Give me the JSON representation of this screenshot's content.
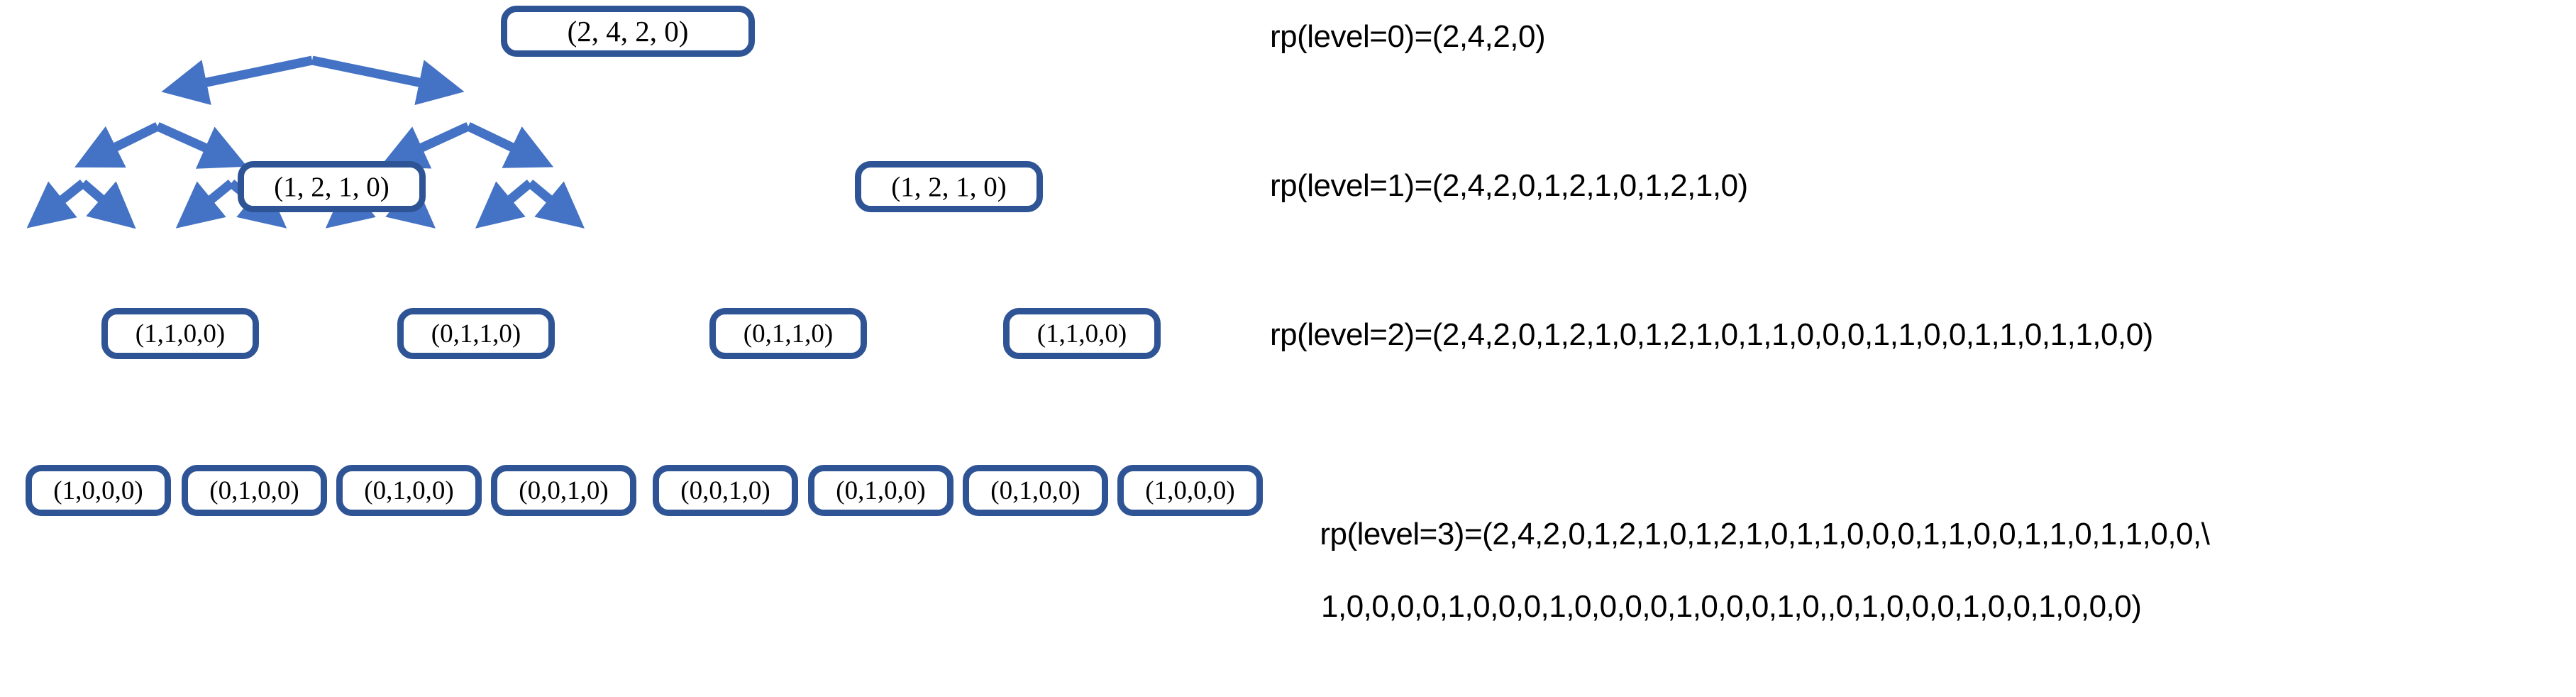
{
  "diagram": {
    "title": "run-length prefix tree",
    "node_border_color": "#2e5496",
    "edge_color": "#4472c4",
    "text_color": "#000000",
    "background_color": "#ffffff"
  },
  "tree": {
    "levels": [
      {
        "level": 0,
        "nodes": [
          {
            "id": "n0",
            "label": "(2, 4, 2, 0)"
          }
        ]
      },
      {
        "level": 1,
        "nodes": [
          {
            "id": "n1",
            "label": "(1, 2, 1, 0)"
          },
          {
            "id": "n2",
            "label": "(1, 2, 1, 0)"
          }
        ]
      },
      {
        "level": 2,
        "nodes": [
          {
            "id": "n3",
            "label": "(1,1,0,0)"
          },
          {
            "id": "n4",
            "label": "(0,1,1,0)"
          },
          {
            "id": "n5",
            "label": "(0,1,1,0)"
          },
          {
            "id": "n6",
            "label": "(1,1,0,0)"
          }
        ]
      },
      {
        "level": 3,
        "nodes": [
          {
            "id": "n7",
            "label": "(1,0,0,0)"
          },
          {
            "id": "n8",
            "label": "(0,1,0,0)"
          },
          {
            "id": "n9",
            "label": "(0,1,0,0)"
          },
          {
            "id": "n10",
            "label": "(0,0,1,0)"
          },
          {
            "id": "n11",
            "label": "(0,0,1,0)"
          },
          {
            "id": "n12",
            "label": "(0,1,0,0)"
          },
          {
            "id": "n13",
            "label": "(0,1,0,0)"
          },
          {
            "id": "n14",
            "label": "(1,0,0,0)"
          }
        ]
      }
    ]
  },
  "rp_lines": [
    {
      "id": "rp0",
      "text": "rp(level=0)=(2,4,2,0)",
      "continuation": ""
    },
    {
      "id": "rp1",
      "text": "rp(level=1)=(2,4,2,0,1,2,1,0,1,2,1,0)",
      "continuation": ""
    },
    {
      "id": "rp2",
      "text": "rp(level=2)=(2,4,2,0,1,2,1,0,1,2,1,0,1,1,0,0,0,1,1,0,0,1,1,0,1,1,0,0)",
      "continuation": ""
    },
    {
      "id": "rp3",
      "text": "rp(level=3)=(2,4,2,0,1,2,1,0,1,2,1,0,1,1,0,0,0,1,1,0,0,1,1,0,1,1,0,0,\\",
      "continuation": "1,0,0,0,0,1,0,0,0,1,0,0,0,0,1,0,0,0,1,0,,0,1,0,0,0,1,0,0,1,0,0,0)"
    }
  ]
}
